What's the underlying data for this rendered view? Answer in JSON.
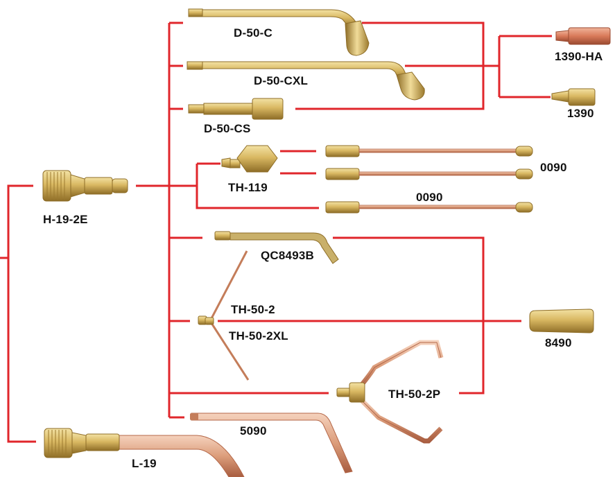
{
  "colors": {
    "line": "#e0262b",
    "brass": "#d4b15a",
    "brass_dark": "#9c7a2e",
    "brass_light": "#f1dc99",
    "copper": "#dc9d7b",
    "copper_dark": "#b46748",
    "copper_light": "#f3c6ad",
    "label": "#111111"
  },
  "parts": {
    "h19_2e": "H-19-2E",
    "l19": "L-19",
    "d50c": "D-50-C",
    "d50cxl": "D-50-CXL",
    "d50cs": "D-50-CS",
    "tip_1390ha": "1390-HA",
    "tip_1390": "1390",
    "th119": "TH-119",
    "tube_0090_a": "0090",
    "tube_0090_b": "0090",
    "qc8493b": "QC8493B",
    "th50_2": "TH-50-2",
    "th50_2xl": "TH-50-2XL",
    "nozzle_8490": "8490",
    "th50_2p": "TH-50-2P",
    "tube_5090": "5090"
  },
  "icons": {
    "handle": "torch-handle-icon",
    "extension": "brass-extension-icon",
    "tip": "tip-icon",
    "tube": "copper-tube-icon",
    "manifold": "y-manifold-icon"
  }
}
